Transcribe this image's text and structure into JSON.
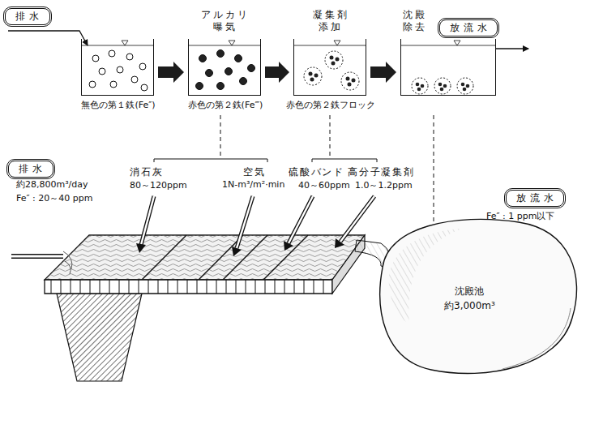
{
  "diagram": {
    "nodes": [
      {
        "text": [
          "排水"
        ]
      },
      {
        "text": [
          "無色の第１鉄(Fe″)"
        ]
      },
      {
        "text": [
          "アルカリ 曝気",
          "赤色の第２鉄(Fe‴)"
        ]
      },
      {
        "text": [
          "凝集剤 添加",
          "赤色の第２鉄フロック"
        ]
      },
      {
        "text": [
          "沈殿 除去"
        ]
      },
      {
        "text": [
          "放流水"
        ]
      },
      {
        "text": [
          "排水"
        ]
      },
      {
        "text": [
          "放流水"
        ]
      },
      {
        "text": [
          "沈殿池",
          "約3,000m³"
        ]
      }
    ],
    "edges": [
      {
        "from": 1,
        "to": 2,
        "arrow": "to"
      },
      {
        "from": 2,
        "to": 3,
        "arrow": "to"
      },
      {
        "from": 3,
        "to": 4,
        "arrow": "to"
      }
    ],
    "labels": [
      "消石灰",
      "80～120ppm",
      "空気",
      "1N-m³/m²·min",
      "硫酸バンド",
      "40～60ppm",
      "高分子凝集剤",
      "1.0～1.2ppm",
      "約28,800m³/day",
      "Fe″ : 20～40 ppm",
      "Fe″ : 1 ppm以下"
    ]
  }
}
